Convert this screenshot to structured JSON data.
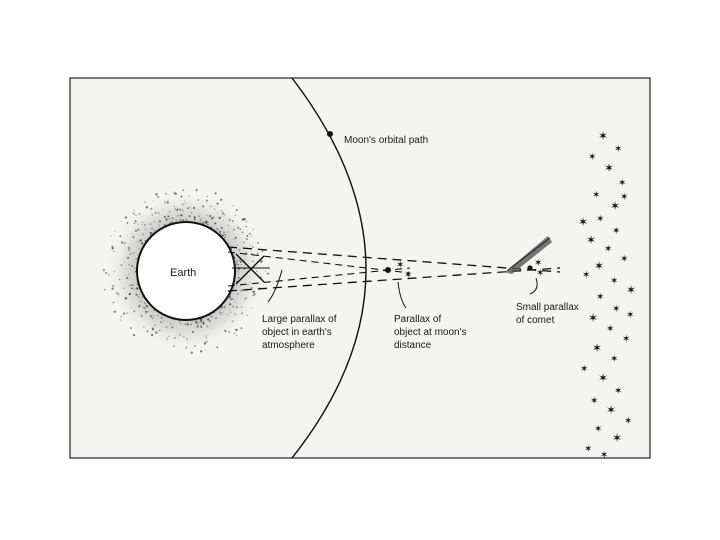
{
  "labels": {
    "earth": "Earth",
    "moon_orbit": "Moon's orbital path",
    "atmosphere_line1": "Large parallax of",
    "atmosphere_line2": "object in earth's",
    "atmosphere_line3": "atmosphere",
    "moon_parallax_line1": "Parallax of",
    "moon_parallax_line2": "object at moon's",
    "moon_parallax_line3": "distance",
    "comet_line1": "Small parallax",
    "comet_line2": "of comet"
  },
  "colors": {
    "ink": "#1a1a1a",
    "frame_bg": "#f4f4f2",
    "page_bg": "#ffffff"
  }
}
